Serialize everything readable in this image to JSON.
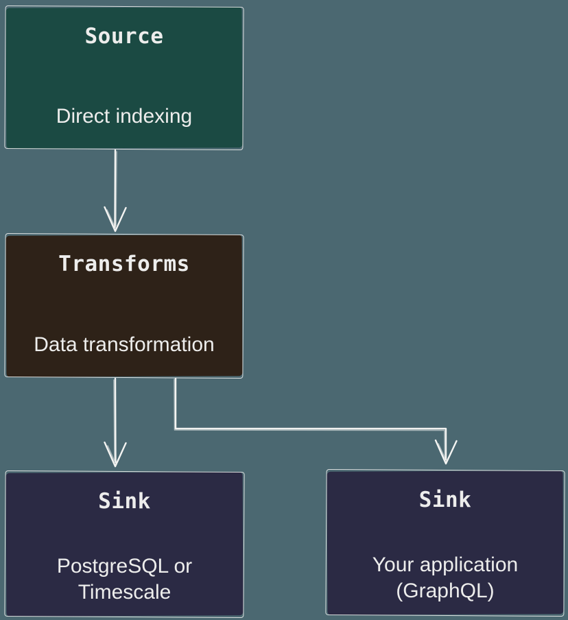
{
  "canvas": {
    "background": "#4b6871",
    "stroke": "#f4f4f2",
    "text_color": "#ededec"
  },
  "nodes": [
    {
      "id": "source",
      "title": "Source",
      "subtitle": "Direct indexing",
      "fill": "#1b4a43"
    },
    {
      "id": "transforms",
      "title": "Transforms",
      "subtitle": "Data transformation",
      "fill": "#2e2218"
    },
    {
      "id": "sink-postgres",
      "title": "Sink",
      "subtitle": "PostgreSQL or Timescale",
      "fill": "#2b2a44"
    },
    {
      "id": "sink-app",
      "title": "Sink",
      "subtitle": "Your application (GraphQL)",
      "fill": "#2b2a44"
    }
  ],
  "edges": [
    {
      "from": "source",
      "to": "transforms"
    },
    {
      "from": "transforms",
      "to": "sink-postgres"
    },
    {
      "from": "transforms",
      "to": "sink-app"
    }
  ]
}
